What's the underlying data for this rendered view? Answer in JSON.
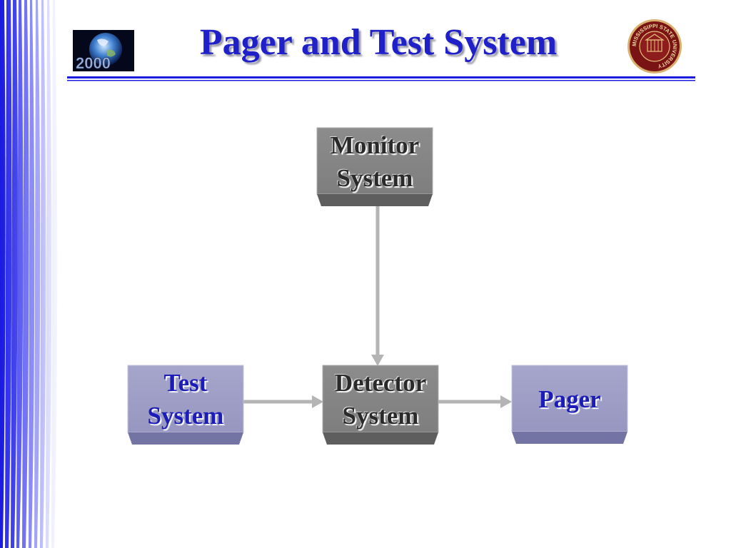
{
  "slide": {
    "title": "Pager and Test System",
    "globe_logo_text": "2000",
    "seal_logo_text": "MISSISSIPPI STATE UNIVERSITY"
  },
  "diagram": {
    "nodes": {
      "monitor": {
        "lines": [
          "Monitor",
          "System"
        ],
        "style": "gray"
      },
      "test": {
        "lines": [
          "Test",
          "System"
        ],
        "style": "blue"
      },
      "detector": {
        "lines": [
          "Detector",
          "System"
        ],
        "style": "gray"
      },
      "pager": {
        "lines": [
          "Pager"
        ],
        "style": "blue"
      }
    },
    "edges": [
      {
        "from": "monitor",
        "to": "detector"
      },
      {
        "from": "test",
        "to": "detector"
      },
      {
        "from": "detector",
        "to": "pager"
      }
    ]
  },
  "colors": {
    "title": "#2020c8",
    "stripe_blue": "#1a1ae0",
    "node_gray": "#8a8a8a",
    "node_blue": "#9c9cc6",
    "arrow": "#b4b4b4"
  }
}
